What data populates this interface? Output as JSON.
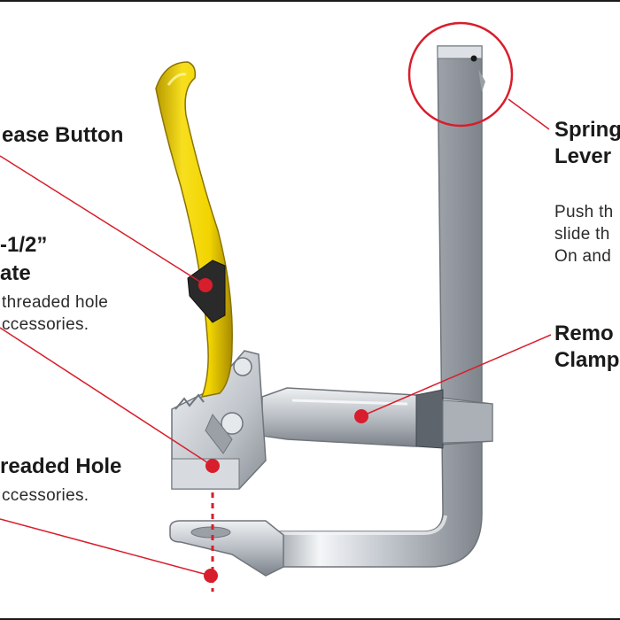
{
  "labels": {
    "release_button": "ease Button",
    "plate_title_1": "-1/2”",
    "plate_title_2": "ate",
    "plate_desc_1": "threaded hole",
    "plate_desc_2": "ccessories.",
    "threaded_hole_title": "readed Hole",
    "threaded_hole_desc": "ccessories.",
    "spring_title_1": "Spring",
    "spring_title_2": "Lever",
    "spring_desc_1": "Push th",
    "spring_desc_2": "slide th",
    "spring_desc_3": "On and",
    "removable_title_1": "Remo",
    "removable_title_2": "Clamp"
  },
  "colors": {
    "accent_red": "#d81e2c",
    "handle_yellow": "#f2d400",
    "metal": "#c9cdd2",
    "text": "#1a1a1a"
  }
}
